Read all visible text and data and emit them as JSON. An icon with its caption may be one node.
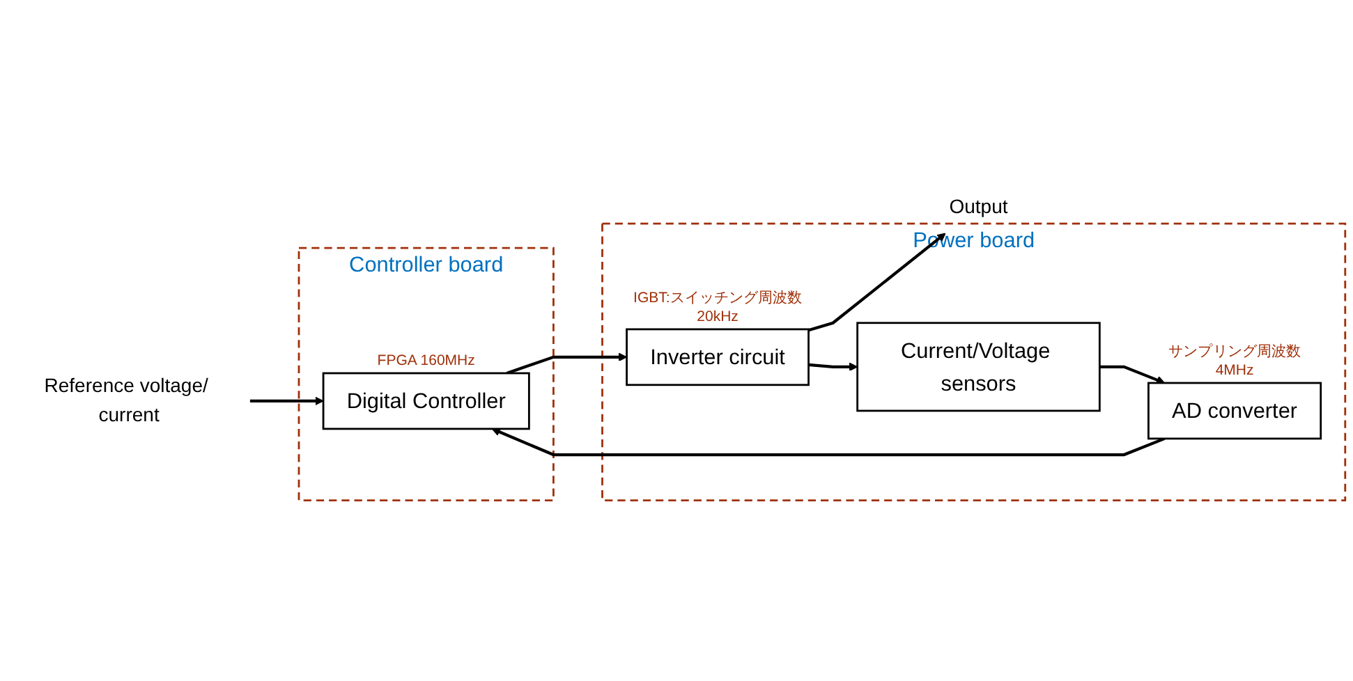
{
  "diagram": {
    "nodes": [
      {
        "text": [
          "Controller board"
        ]
      },
      {
        "text": [
          "Digital Controller"
        ],
        "in": 0,
        "beside": [
          "FPGA 160MHz"
        ]
      },
      {
        "text": [
          "Power board"
        ]
      },
      {
        "text": [
          "Inverter circuit"
        ],
        "in": 2,
        "beside": [
          "IGBT:スイッチング周波数20kHz"
        ]
      },
      {
        "text": [
          "Current/Voltage sensors"
        ],
        "in": 2
      },
      {
        "text": [
          "AD converter"
        ],
        "in": 2,
        "beside": [
          "サンプリング周波数4MHz"
        ]
      },
      {
        "text": [
          "Reference voltage/ current"
        ]
      },
      {
        "text": [
          "Output"
        ]
      }
    ],
    "edges": [
      {
        "from": 6,
        "to": 1,
        "arrow": "to"
      },
      {
        "from": 1,
        "to": 3,
        "arrow": "to"
      },
      {
        "from": 3,
        "to": 7,
        "arrow": "to"
      },
      {
        "from": 3,
        "to": 4,
        "arrow": "to"
      },
      {
        "from": 4,
        "to": 5,
        "arrow": "to"
      },
      {
        "from": 5,
        "to": 1,
        "arrow": "to"
      }
    ]
  }
}
